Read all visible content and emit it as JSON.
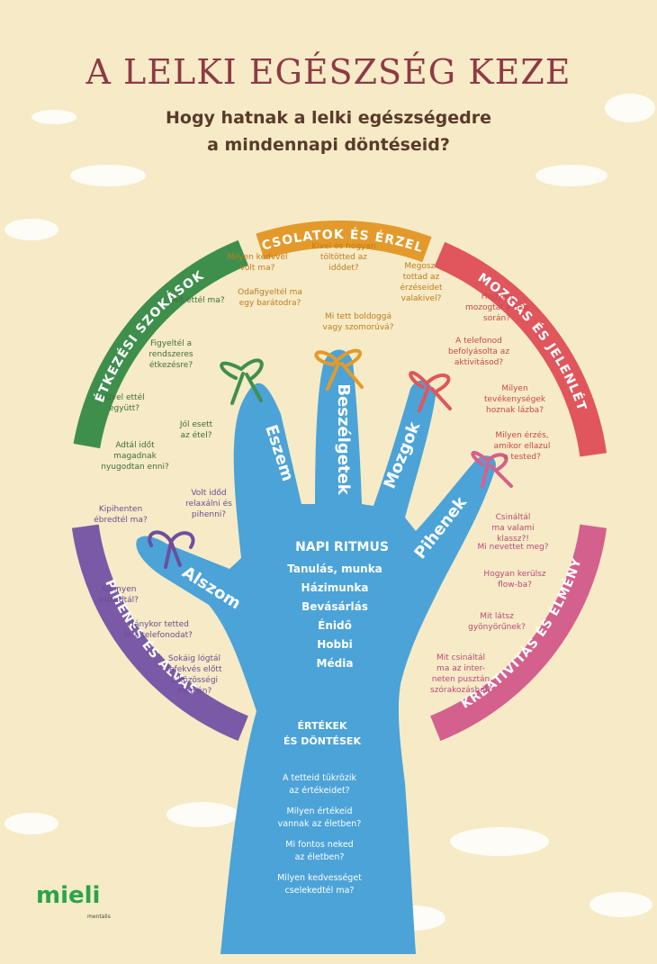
{
  "title": "A LELKI EGÉSZSÉG KEZE",
  "subtitle_lines": [
    "Hogy hatnak a lelki egészségedre",
    "a mindennapi döntéseid?"
  ],
  "logo": "mieli",
  "logo_sub": "mentalis",
  "colors": {
    "background": "#f6ebc6",
    "hand": "#4ba3d8",
    "green": "#3f8f4c",
    "orange": "#e39a2b",
    "red": "#e0565c",
    "pink": "#d4608d",
    "purple": "#7a5aa6",
    "title": "#8e3a46"
  },
  "segments": [
    {
      "label": "ÉTKEZÉSI SZOKÁSOK",
      "color": "#3f8f4c"
    },
    {
      "label": "KAPCSOLATOK ÉS ÉRZELMEK",
      "color": "#e39a2b"
    },
    {
      "label": "MOZGÁS ÉS JELENLÉT",
      "color": "#e0565c"
    },
    {
      "label": "KREATIVITÁS ÉS ÉLMÉNY",
      "color": "#d4608d"
    },
    {
      "label": "PIHENÉS ÉS ALVÁS",
      "color": "#7a5aa6"
    }
  ],
  "fingers": [
    {
      "label": "Alszom"
    },
    {
      "label": "Eszem"
    },
    {
      "label": "Beszélgetek"
    },
    {
      "label": "Mozgok"
    },
    {
      "label": "Pihenek"
    }
  ],
  "palm": {
    "heading": "NAPI RITMUS",
    "items": [
      "Tanulás, munka",
      "Házimunka",
      "Bevásárlás",
      "Énidő",
      "Hobbi",
      "Média"
    ]
  },
  "arm": {
    "heading_lines": [
      "ÉRTÉKEK",
      "ÉS DÖNTÉSEK"
    ],
    "questions": [
      [
        "A tetteid tükrözik",
        "az értékeidet?"
      ],
      [
        "Milyen értékeid",
        "vannak az életben?"
      ],
      [
        "Mi fontos neked",
        "az életben?"
      ],
      [
        "Milyen kedvességet",
        "cselekedtél ma?"
      ]
    ]
  },
  "questions": [
    {
      "lines": [
        "Mit ettél ma?"
      ],
      "color": "#3f6d3a"
    },
    {
      "lines": [
        "Figyeltél a",
        "rendszeres",
        "étkezésre?"
      ],
      "color": "#3f6d3a"
    },
    {
      "lines": [
        "Kivel ettél",
        "együtt?"
      ],
      "color": "#3f6d3a"
    },
    {
      "lines": [
        "Jól esett",
        "az étel?"
      ],
      "color": "#3f6d3a"
    },
    {
      "lines": [
        "Adtál időt",
        "magadnak",
        "nyugodtan enni?"
      ],
      "color": "#3f6d3a"
    },
    {
      "lines": [
        "Milyen kedvvel",
        "volt ma?"
      ],
      "color": "#c07a1e"
    },
    {
      "lines": [
        "Kivel és hogyan",
        "töltötted az",
        "idődet?"
      ],
      "color": "#c07a1e"
    },
    {
      "lines": [
        "Megosz-",
        "tottad az",
        "érzéseidet",
        "valakivel?"
      ],
      "color": "#c07a1e"
    },
    {
      "lines": [
        "Odafigyeltél ma",
        "egy barátodra?"
      ],
      "color": "#c07a1e"
    },
    {
      "lines": [
        "Mi tett boldoggá",
        "vagy szomorúvá?"
      ],
      "color": "#c07a1e"
    },
    {
      "lines": [
        "Hogyan",
        "mozogtál a nap",
        "során?"
      ],
      "color": "#c8474c"
    },
    {
      "lines": [
        "A telefonod",
        "befolyásolta az",
        "aktivitásod?"
      ],
      "color": "#c8474c"
    },
    {
      "lines": [
        "Milyen",
        "tevékenységek",
        "hoznak lázba?"
      ],
      "color": "#c8474c"
    },
    {
      "lines": [
        "Milyen érzés,",
        "amikor ellazul",
        "a tested?"
      ],
      "color": "#c8474c"
    },
    {
      "lines": [
        "Csináltál",
        "ma valami",
        "klassz?!"
      ],
      "color": "#b84a78"
    },
    {
      "lines": [
        "Mi nevettet meg?"
      ],
      "color": "#b84a78"
    },
    {
      "lines": [
        "Hogyan kerülsz",
        "flow-ba?"
      ],
      "color": "#b84a78"
    },
    {
      "lines": [
        "Mit látsz",
        "gyönyörűnek?"
      ],
      "color": "#b84a78"
    },
    {
      "lines": [
        "Mit csináltál",
        "ma az inter-",
        "neten pusztán",
        "szórakozásból?"
      ],
      "color": "#b84a78"
    },
    {
      "lines": [
        "Kipihenten",
        "ébredtél ma?"
      ],
      "color": "#6a4c93"
    },
    {
      "lines": [
        "Volt időd",
        "relaxálni és",
        "pihenni?"
      ],
      "color": "#6a4c93"
    },
    {
      "lines": [
        "Könnyen",
        "elaludtál?"
      ],
      "color": "#6a4c93"
    },
    {
      "lines": [
        "Hánykor tetted",
        "le a telefonodat?"
      ],
      "color": "#6a4c93"
    },
    {
      "lines": [
        "Sokáig lógtál",
        "lefekvés előtt",
        "a közösségi",
        "médián?"
      ],
      "color": "#6a4c93"
    }
  ]
}
